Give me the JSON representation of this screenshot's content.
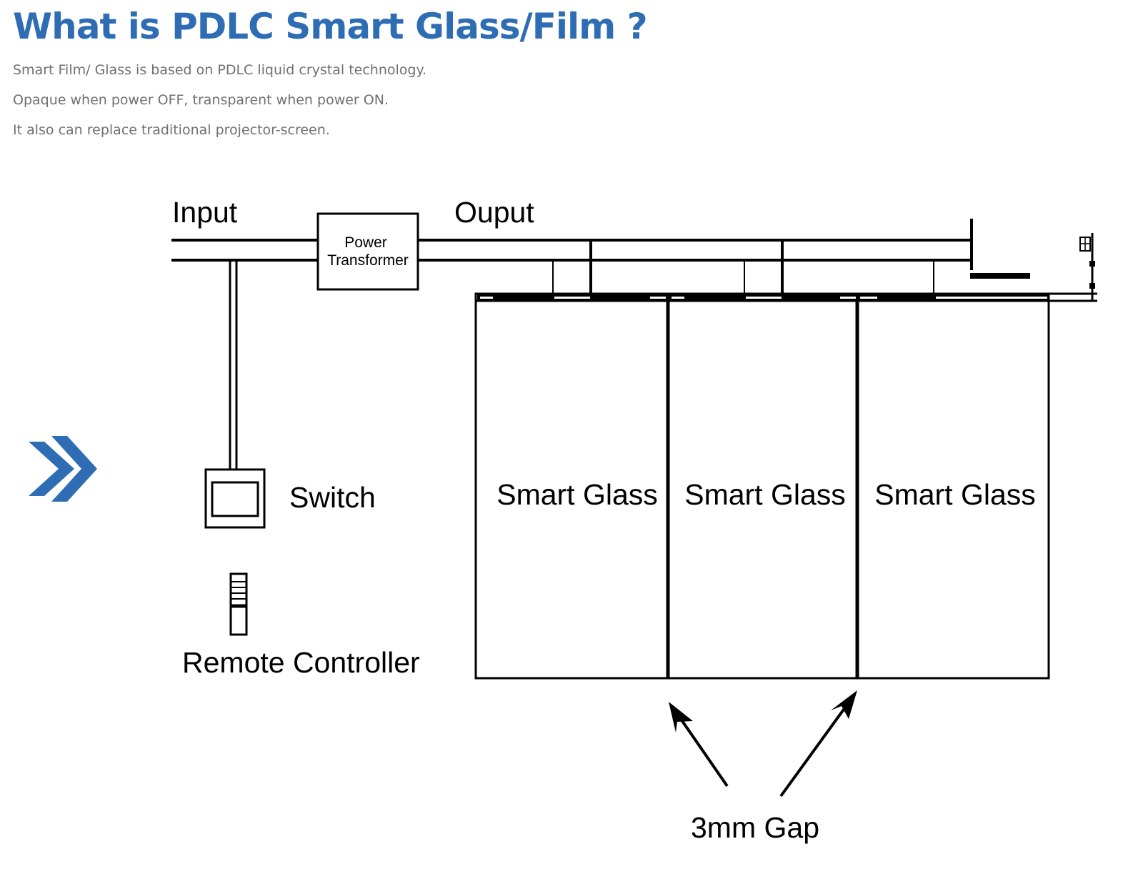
{
  "header": {
    "title": "What is PDLC Smart Glass/Film ?",
    "lines": [
      "Smart Film/ Glass is based on PDLC liquid crystal technology.",
      "Opaque when power OFF, transparent when power ON.",
      "It also can replace traditional projector-screen."
    ]
  },
  "diagram": {
    "input_label": "Input",
    "output_label": "Ouput",
    "transformer_line1": "Power",
    "transformer_line2": "Transformer",
    "switch_label": "Switch",
    "remote_label": "Remote Controller",
    "panels": [
      "Smart Glass",
      "Smart Glass",
      "Smart Glass"
    ],
    "gap_label": "3mm Gap"
  },
  "colors": {
    "accent": "#2e6db4",
    "text_gray": "#707070",
    "line": "#000000"
  },
  "icons": {
    "arrow": "double-chevron-right-icon"
  }
}
